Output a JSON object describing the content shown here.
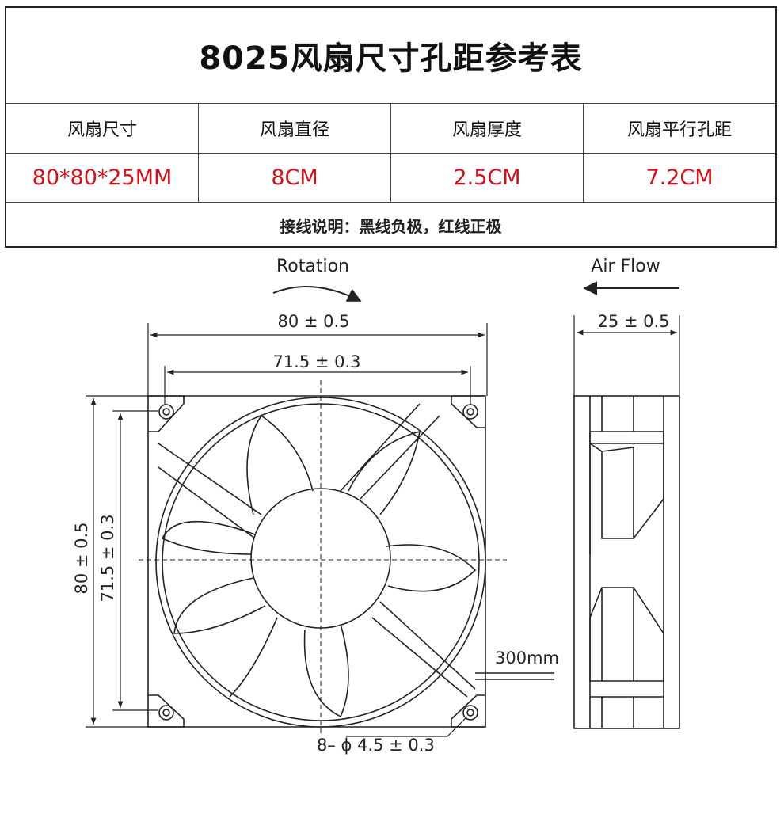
{
  "table": {
    "title": "8025风扇尺寸孔距参考表",
    "headers": [
      "风扇尺寸",
      "风扇直径",
      "风扇厚度",
      "风扇平行孔距"
    ],
    "values": [
      "80*80*25MM",
      "8CM",
      "2.5CM",
      "7.2CM"
    ],
    "note": "接线说明：黑线负极，红线正极",
    "value_color": "#d0121b"
  },
  "drawing": {
    "rotation_label": "Rotation",
    "airflow_label": "Air Flow",
    "width_dim": "80 ± 0.5",
    "hole_pitch_dim": "71.5 ± 0.3",
    "height_dim": "80 ± 0.5",
    "height_hole_pitch_dim": "71.5 ± 0.3",
    "thickness_dim": "25 ± 0.5",
    "cable_length": "300mm",
    "hole_spec": "8– ϕ 4.5 ± 0.3"
  }
}
